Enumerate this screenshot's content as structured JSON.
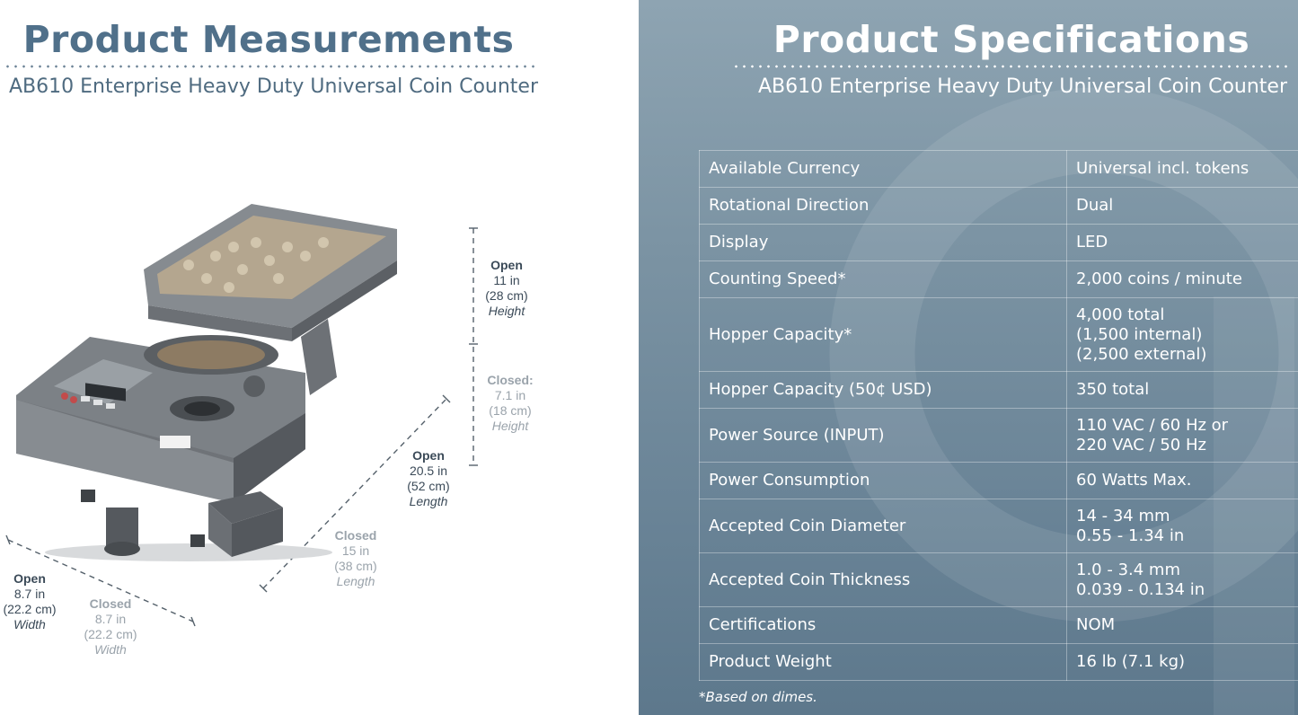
{
  "left": {
    "title": "Product Measurements",
    "subtitle": "AB610 Enterprise Heavy Duty Universal Coin Counter",
    "dimensions": {
      "open_height": {
        "label": "Open",
        "imperial": "11 in",
        "metric": "(28 cm)",
        "axis": "Height"
      },
      "closed_height": {
        "label": "Closed:",
        "imperial": "7.1 in",
        "metric": "(18 cm)",
        "axis": "Height"
      },
      "open_length": {
        "label": "Open",
        "imperial": "20.5 in",
        "metric": "(52 cm)",
        "axis": "Length"
      },
      "closed_length": {
        "label": "Closed",
        "imperial": "15 in",
        "metric": "(38 cm)",
        "axis": "Length"
      },
      "open_width": {
        "label": "Open",
        "imperial": "8.7 in",
        "metric": "(22.2 cm)",
        "axis": "Width"
      },
      "closed_width": {
        "label": "Closed",
        "imperial": "8.7 in",
        "metric": "(22.2 cm)",
        "axis": "Width"
      }
    }
  },
  "right": {
    "title": "Product Specifications",
    "subtitle": "AB610 Enterprise Heavy Duty Universal Coin Counter",
    "specs": [
      {
        "name": "Available Currency",
        "value": [
          "Universal incl. tokens"
        ]
      },
      {
        "name": "Rotational Direction",
        "value": [
          "Dual"
        ]
      },
      {
        "name": "Display",
        "value": [
          "LED"
        ]
      },
      {
        "name": "Counting Speed*",
        "value": [
          "2,000 coins / minute"
        ]
      },
      {
        "name": "Hopper Capacity*",
        "value": [
          "4,000 total",
          "(1,500 internal)",
          "(2,500 external)"
        ]
      },
      {
        "name": "Hopper Capacity (50¢ USD)",
        "value": [
          "350 total"
        ]
      },
      {
        "name": "Power Source (INPUT)",
        "value": [
          "110 VAC / 60 Hz or",
          "220 VAC / 50 Hz"
        ]
      },
      {
        "name": "Power Consumption",
        "value": [
          "60 Watts Max."
        ]
      },
      {
        "name": "Accepted Coin Diameter",
        "value": [
          "14 - 34 mm",
          "0.55 - 1.34 in"
        ]
      },
      {
        "name": "Accepted Coin Thickness",
        "value": [
          "1.0 - 3.4 mm",
          "0.039 - 0.134 in"
        ]
      },
      {
        "name": "Certifications",
        "value": [
          "NOM"
        ]
      },
      {
        "name": "Product Weight",
        "value": [
          "16 lb (7.1 kg)"
        ]
      }
    ],
    "footnote": "*Based on dimes."
  },
  "colors": {
    "heading": "#50708a",
    "panel_top": "#8ea4b2",
    "panel_bottom": "#5d788c",
    "machine_body": "#6e7378"
  },
  "icons": [
    "coin-counter-product-photo",
    "brand-logo-watermark"
  ]
}
